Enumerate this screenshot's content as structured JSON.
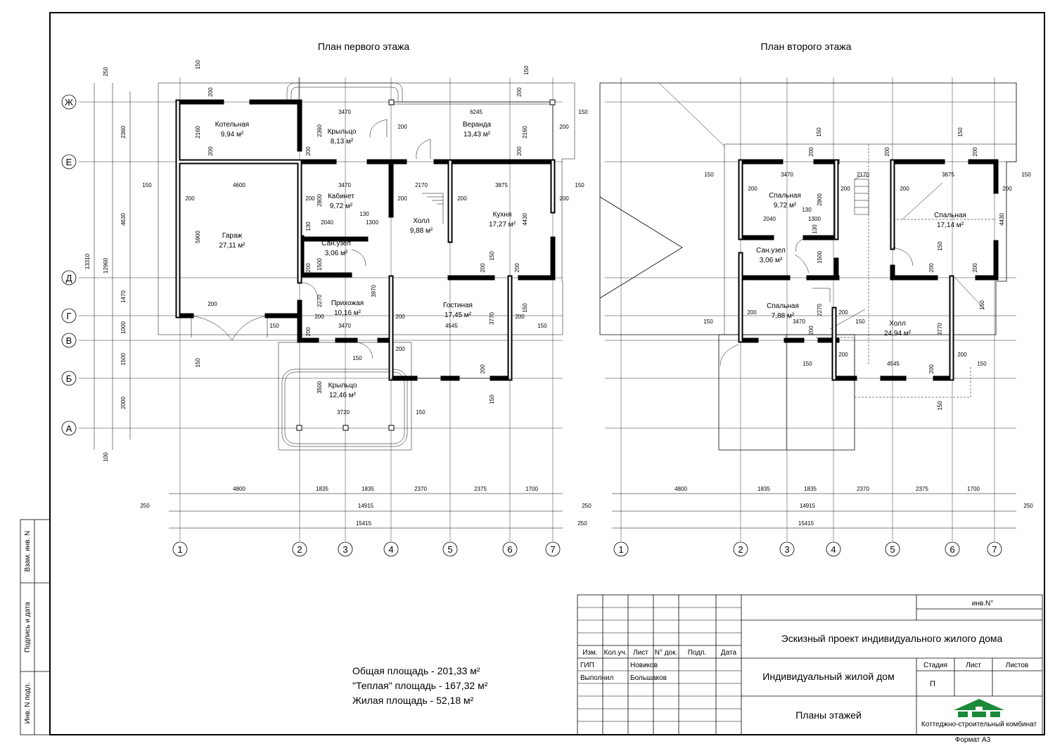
{
  "plans": {
    "first_title": "План первого этажа",
    "second_title": "План второго этажа"
  },
  "first_floor": {
    "rooms": [
      {
        "name": "Котельная",
        "area": "9,94 м²"
      },
      {
        "name": "Крыльцо",
        "area": "8,13 м²"
      },
      {
        "name": "Веранда",
        "area": "13,43 м²"
      },
      {
        "name": "Кабинет",
        "area": "9,72 м²"
      },
      {
        "name": "Кухня",
        "area": "17,27 м²"
      },
      {
        "name": "Гараж",
        "area": "27,11 м²"
      },
      {
        "name": "Холл",
        "area": "9,88 м²"
      },
      {
        "name": "Сан.узел",
        "area": "3,06 м²"
      },
      {
        "name": "Прихожая",
        "area": "10,16 м²"
      },
      {
        "name": "Гостиная",
        "area": "17,45 м²"
      },
      {
        "name": "Крыльцо",
        "area": "12,46 м²"
      }
    ]
  },
  "second_floor": {
    "rooms": [
      {
        "name": "Спальная",
        "area": "9,72 м²"
      },
      {
        "name": "Спальная",
        "area": "17,14 м²"
      },
      {
        "name": "Сан.узел",
        "area": "3,06 м²"
      },
      {
        "name": "Спальная",
        "area": "7,88 м²"
      },
      {
        "name": "Холл",
        "area": "24,94 м²"
      }
    ]
  },
  "row_axes": [
    "Ж",
    "Е",
    "Д",
    "Г",
    "В",
    "Б",
    "А"
  ],
  "col_axes": [
    "1",
    "2",
    "3",
    "4",
    "5",
    "6",
    "7"
  ],
  "bottom_dims": {
    "segments": [
      "4800",
      "1835",
      "1835",
      "2370",
      "2375",
      "1700"
    ],
    "mid_total": "14915",
    "full_total": "15415",
    "offset": "250"
  },
  "left_dims": {
    "seg": [
      "2360",
      "4630",
      "1470",
      "1000",
      "1500",
      "2000"
    ],
    "mid_total": "12960",
    "full_total": "13310",
    "top_off": "250",
    "bot_off": "100"
  },
  "dims1": {
    "a": "150",
    "b": "200",
    "c": "3470",
    "d": "6245",
    "e": "2160",
    "f": "2360",
    "g": "4600",
    "h": "2170",
    "i": "3875",
    "j": "5900",
    "k": "2800",
    "l": "2040",
    "m": "130",
    "n": "1300",
    "o": "4430",
    "p": "1500",
    "q": "2270",
    "r": "3970",
    "s": "4545",
    "t": "3770",
    "u": "3500",
    "v": "3720"
  },
  "totals": {
    "total": "Общая площадь - 201,33 м²",
    "warm": "\"Теплая\" площадь - 167,32 м²",
    "living": "Жилая площадь - 52,18 м²"
  },
  "side_stamp": {
    "zam": "Взам. инв. N",
    "sign": "Подпись и дата",
    "inv": "Инв. N подл."
  },
  "title_block": {
    "inv_no": "инв.N°",
    "project": "Эскизный проект индивидуального жилого дома",
    "object": "Индивидуальный жилой дом",
    "sheet_name": "Планы этажей",
    "headers": [
      "Изм.",
      "Кол.уч.",
      "Лист",
      "N° док.",
      "Подп.",
      "Дата"
    ],
    "roles": [
      "ГИП",
      "Выполнил"
    ],
    "names": [
      "Новиков",
      "Большаков"
    ],
    "stage_label": "Стадия",
    "sheet_label": "Лист",
    "sheets_label": "Листов",
    "stage_value": "П",
    "company": "Коттеджно-строительный комбинат",
    "format": "Формат А3",
    "logo_color": "#1a8a3a"
  }
}
